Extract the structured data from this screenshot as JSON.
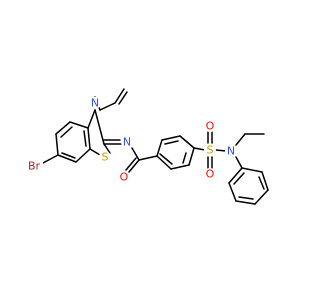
{
  "atom_labels": {
    "N_thiazole": "N",
    "S_thiazole": "S",
    "N_imine": "N",
    "O_carbonyl": "O",
    "S_sulfonyl": "S",
    "O_sulfonyl_top": "O",
    "O_sulfonyl_bottom": "O",
    "N_sulfonamide": "N",
    "Br": "Br"
  },
  "colors": {
    "bond": "#000000",
    "nitrogen": "#3050f8",
    "sulfur": "#c8a000",
    "oxygen": "#ff0d0d",
    "bromine": "#a62929"
  }
}
